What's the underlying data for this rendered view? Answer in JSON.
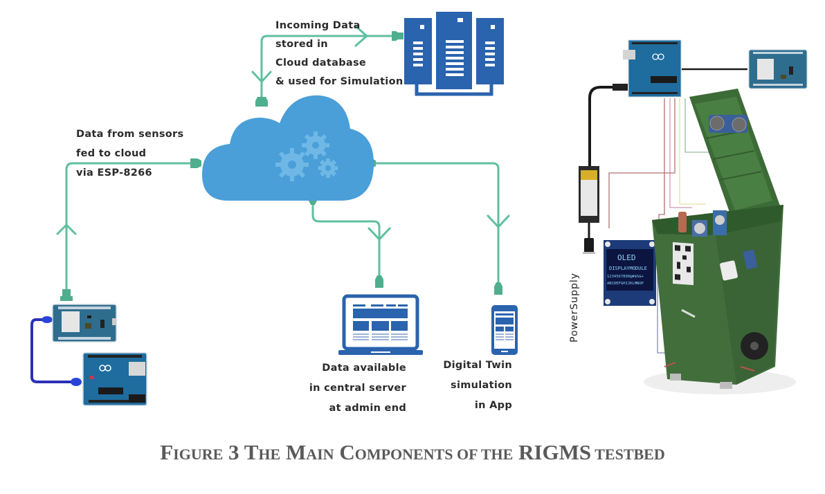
{
  "diagram": {
    "labels": {
      "cloud_storage": [
        "Incoming Data",
        "stored in",
        "Cloud database",
        "& used for Simulation"
      ],
      "sensor_feed": [
        "Data from sensors",
        "fed to cloud",
        "via ESP-8266"
      ],
      "admin_server": [
        "Data available",
        "in central server",
        "at admin end"
      ],
      "digital_twin": [
        "Digital Twin",
        "simulation",
        "in App"
      ]
    },
    "nodes": [
      {
        "id": "cloud",
        "icon": "cloud-gears-icon"
      },
      {
        "id": "database",
        "icon": "server-rack-icon"
      },
      {
        "id": "sensor-kit",
        "icon": "esp8266-arduino-icon"
      },
      {
        "id": "laptop",
        "icon": "laptop-icon"
      },
      {
        "id": "phone",
        "icon": "smartphone-icon"
      }
    ],
    "edges": [
      {
        "from": "sensor-kit",
        "to": "cloud",
        "label_ref": "sensor_feed"
      },
      {
        "from": "cloud",
        "to": "database",
        "label_ref": "cloud_storage"
      },
      {
        "from": "database",
        "to": "cloud"
      },
      {
        "from": "cloud",
        "to": "laptop",
        "label_ref": "admin_server"
      },
      {
        "from": "cloud",
        "to": "phone",
        "label_ref": "digital_twin"
      }
    ],
    "colors": {
      "connector": "#4fae8e",
      "connector_line": "#5fbfa0",
      "cloud": "#4a9fd8",
      "device_blue": "#2a63ae",
      "bin_green": "#3f6f3a",
      "caption": "#5a5a5a"
    }
  },
  "hardware": {
    "power_supply_label": "PowerSupply",
    "oled_lines": [
      "OLED",
      "DISPLAYMODULE",
      "1234567890@#$%&+",
      "ABCDEFGHIJKLMNOP"
    ]
  },
  "caption": {
    "parts": [
      {
        "text": "F",
        "small": false
      },
      {
        "text": "IGURE",
        "small": true
      },
      {
        "text": " 3 T",
        "small": false
      },
      {
        "text": "HE",
        "small": true
      },
      {
        "text": " M",
        "small": false
      },
      {
        "text": "AIN",
        "small": true
      },
      {
        "text": " C",
        "small": false
      },
      {
        "text": "OMPONENTS OF THE",
        "small": true
      },
      {
        "text": " RIGMS",
        "small": false
      },
      {
        "text": " TESTBED",
        "small": true
      }
    ]
  }
}
